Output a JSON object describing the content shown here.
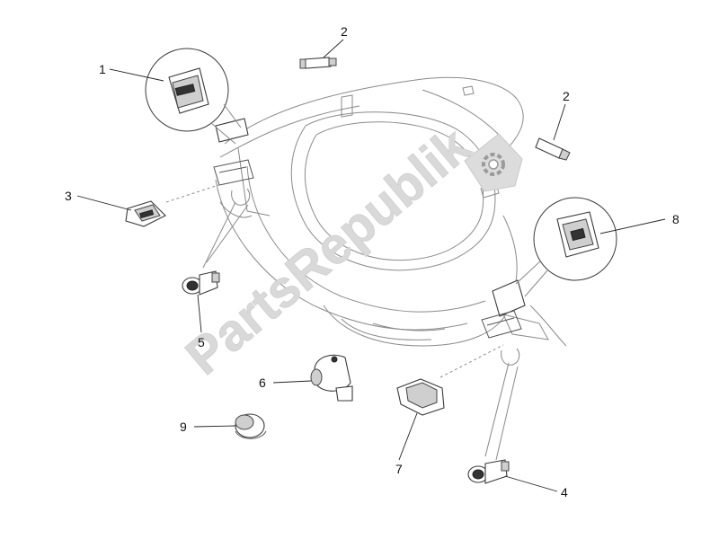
{
  "watermark": {
    "text": "PartsRepublik"
  },
  "callouts": [
    {
      "id": "1",
      "label": "1"
    },
    {
      "id": "2a",
      "label": "2"
    },
    {
      "id": "2b",
      "label": "2"
    },
    {
      "id": "3",
      "label": "3"
    },
    {
      "id": "4",
      "label": "4"
    },
    {
      "id": "5",
      "label": "5"
    },
    {
      "id": "6",
      "label": "6"
    },
    {
      "id": "7",
      "label": "7"
    },
    {
      "id": "8",
      "label": "8"
    },
    {
      "id": "9",
      "label": "9"
    }
  ]
}
